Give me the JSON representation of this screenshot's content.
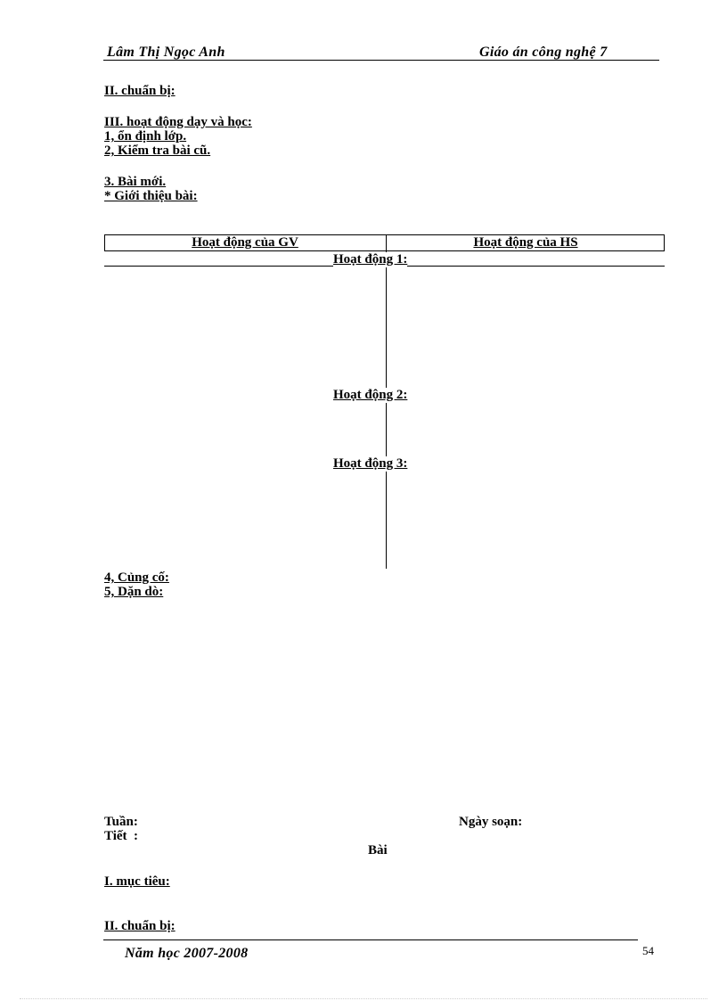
{
  "header": {
    "author": "Lâm Thị Ngọc Anh",
    "doc_title": "Giáo án công nghệ 7"
  },
  "top_section": {
    "preparation": "II. chuẩn bị:",
    "activities": "III. hoạt động dạy và học:",
    "step1": "1, ổn định lớp.",
    "step2": "2, Kiểm tra bài cũ.",
    "step3": "3. Bài mới.",
    "intro": "* Giới thiệu bài:"
  },
  "activity_table": {
    "col_teacher": "Hoạt động của GV",
    "col_student": "Hoạt động của HS",
    "activity1": "Hoạt động 1:",
    "activity2": "Hoạt động 2:",
    "activity3": "Hoạt động 3:"
  },
  "closing": {
    "step4": "4, Củng cố:",
    "step5": "5, Dặn dò:"
  },
  "next_lesson": {
    "week": "Tuần:",
    "date_prepared": "Ngày soạn:",
    "period": "Tiết  :",
    "lesson": "Bài",
    "objectives": "I. mục tiêu:",
    "preparation": "II. chuẩn bị:"
  },
  "footer": {
    "school_year": "Năm học 2007-2008",
    "page_number": "54"
  }
}
